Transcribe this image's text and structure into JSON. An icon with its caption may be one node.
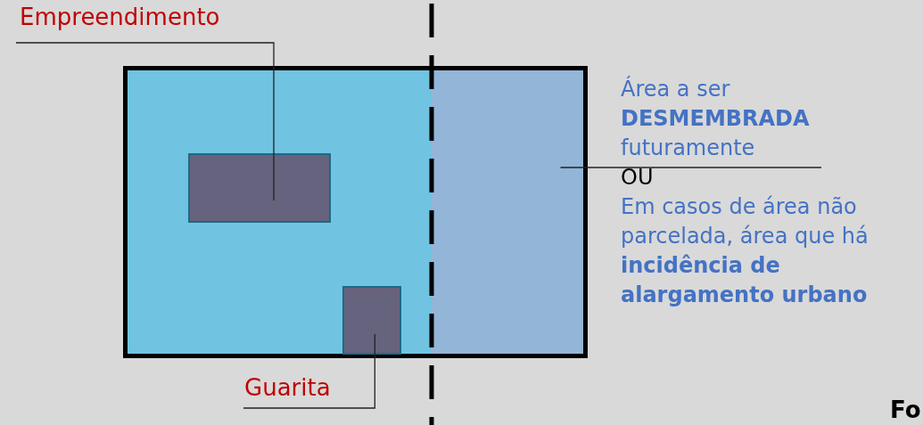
{
  "diagram": {
    "nodes": [
      {
        "text": [
          "Empreendimento"
        ]
      },
      {
        "text": [],
        "shape": "box"
      },
      {
        "text": [],
        "shape": "box",
        "in": 1
      },
      {
        "text": [],
        "shape": "box",
        "in": 1
      },
      {
        "text": [],
        "shape": "box",
        "in": 1
      },
      {
        "text": [
          "Guarita"
        ]
      },
      {
        "text": [
          "Área a ser **DESMEMBRADA** futuramente",
          "OU",
          "Em casos de área não parcelada, área que há **incidência de alargamento urbano**"
        ]
      }
    ],
    "edges": [
      {
        "from": 0,
        "to": 2,
        "arrow": "none"
      },
      {
        "from": 5,
        "to": 3,
        "arrow": "none"
      },
      {
        "from": 6,
        "to": 4,
        "arrow": "none"
      }
    ],
    "labels": [
      "Fo"
    ]
  }
}
